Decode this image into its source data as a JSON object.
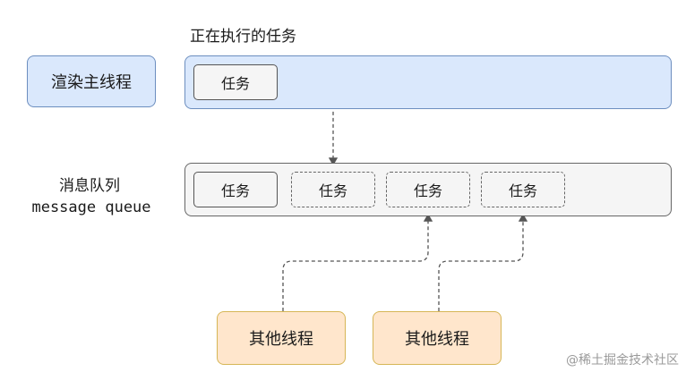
{
  "diagram": {
    "running_title": "正在执行的任务",
    "main_thread_label": "渲染主线程",
    "queue_title": "消息队列",
    "queue_subtitle": "message queue",
    "running_task": "任务",
    "queue_tasks": [
      "任务",
      "任务",
      "任务",
      "任务"
    ],
    "other_threads": [
      "其他线程",
      "其他线程"
    ]
  },
  "colors": {
    "main_fill": "#dae8fc",
    "main_border": "#6c8ebf",
    "queue_fill": "#f5f5f5",
    "other_fill": "#ffe6cc",
    "other_border": "#d6b656",
    "arrow": "#555555"
  },
  "watermark": "@稀土掘金技术社区"
}
